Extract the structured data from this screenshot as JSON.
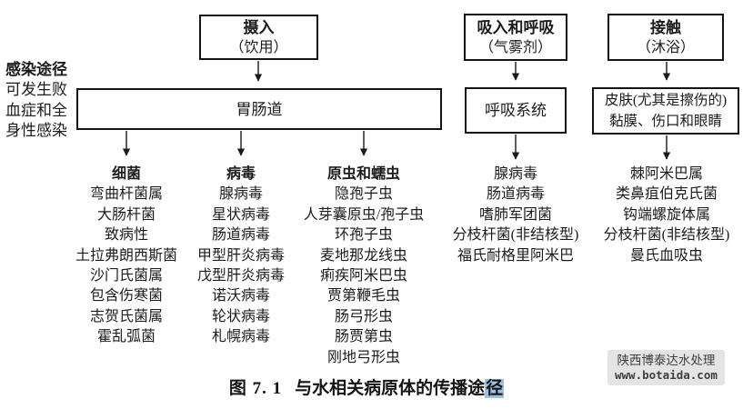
{
  "side_note": {
    "line1": "感染途径",
    "line2": "可发生败",
    "line3": "血症和全",
    "line4": "身性感染"
  },
  "routes": {
    "ingestion": {
      "title": "摄入",
      "subtitle": "（饮用）"
    },
    "inhalation": {
      "title": "吸入和呼吸",
      "subtitle": "（气雾剂）"
    },
    "contact": {
      "title": "接触",
      "subtitle": "（沐浴）"
    }
  },
  "targets": {
    "gi": "胃肠道",
    "respiratory": "呼吸系统",
    "skin_line1": "皮肤(尤其是擦伤的)",
    "skin_line2": "黏膜、伤口和眼睛"
  },
  "columns": {
    "bacteria": {
      "header": "细菌",
      "items": [
        "弯曲杆菌属",
        "大肠杆菌",
        "致病性",
        "土拉弗朗西斯菌",
        "沙门氏菌属",
        "包含伤寒菌",
        "志贺氏菌属",
        "霍乱弧菌"
      ]
    },
    "viruses": {
      "header": "病毒",
      "items": [
        "腺病毒",
        "星状病毒",
        "肠道病毒",
        "甲型肝炎病毒",
        "戊型肝炎病毒",
        "诺沃病毒",
        "轮状病毒",
        "札幌病毒"
      ]
    },
    "protozoa": {
      "header": "原虫和蠕虫",
      "items": [
        "隐孢子虫",
        "人芽囊原虫/孢子虫",
        "环孢子虫",
        "麦地那龙线虫",
        "痢疾阿米巴虫",
        "贾第鞭毛虫",
        "肠弓形虫",
        "肠贾第虫",
        "刚地弓形虫"
      ]
    },
    "respiratory": {
      "items": [
        "腺病毒",
        "肠道病毒",
        "嗜肺军团菌",
        "分枝杆菌(非结核型)",
        "福氏耐格里阿米巴"
      ]
    },
    "contact": {
      "items": [
        "棘阿米巴属",
        "类鼻疽伯克氏菌",
        "钩端螺旋体属",
        "分枝杆菌(非结核型)",
        "曼氏血吸虫"
      ]
    }
  },
  "caption": {
    "prefix": "图 7. 1",
    "main": "与水相关病原体的传播途",
    "highlighted": "径"
  },
  "watermark": {
    "line1": "陕西博泰达水处理",
    "line2": "www.botaida.com"
  },
  "colors": {
    "highlight": "#9cc0e4",
    "line": "#1a1a1a"
  }
}
